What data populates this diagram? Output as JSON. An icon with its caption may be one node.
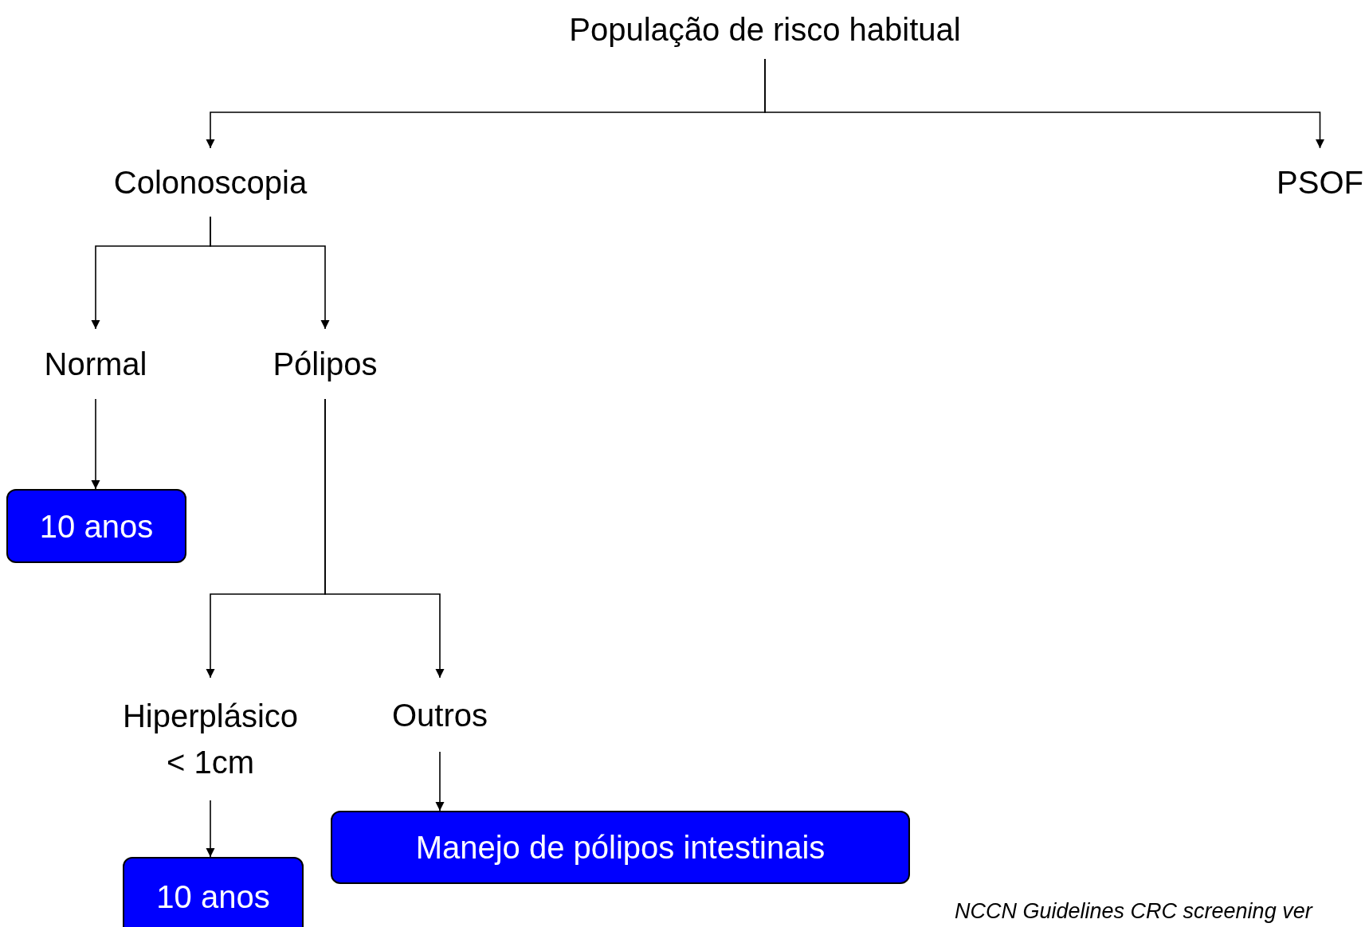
{
  "diagram": {
    "nodes": [
      {
        "text": [
          "População de risco habitual"
        ]
      },
      {
        "text": [
          "Colonoscopia"
        ]
      },
      {
        "text": [
          "PSOF"
        ]
      },
      {
        "text": [
          "Normal"
        ]
      },
      {
        "text": [
          "Pólipos"
        ]
      },
      {
        "text": [
          "10 anos"
        ]
      },
      {
        "text": [
          "Hiperplásico < 1cm"
        ]
      },
      {
        "text": [
          "Outros"
        ]
      },
      {
        "text": [
          "Manejo de pólipos intestinais"
        ]
      },
      {
        "text": [
          "10 anos"
        ]
      }
    ],
    "edges": [
      {
        "from": 0,
        "to": 1,
        "arrow": "to"
      },
      {
        "from": 0,
        "to": 2,
        "arrow": "to"
      },
      {
        "from": 1,
        "to": 3,
        "arrow": "to"
      },
      {
        "from": 1,
        "to": 4,
        "arrow": "to"
      },
      {
        "from": 3,
        "to": 5,
        "arrow": "to"
      },
      {
        "from": 4,
        "to": 6,
        "arrow": "to"
      },
      {
        "from": 4,
        "to": 7,
        "arrow": "to"
      },
      {
        "from": 7,
        "to": 8,
        "arrow": "to"
      },
      {
        "from": 6,
        "to": 9,
        "arrow": "to"
      }
    ],
    "labels": [
      "NCCN Guidelines CRC screening ver"
    ]
  }
}
